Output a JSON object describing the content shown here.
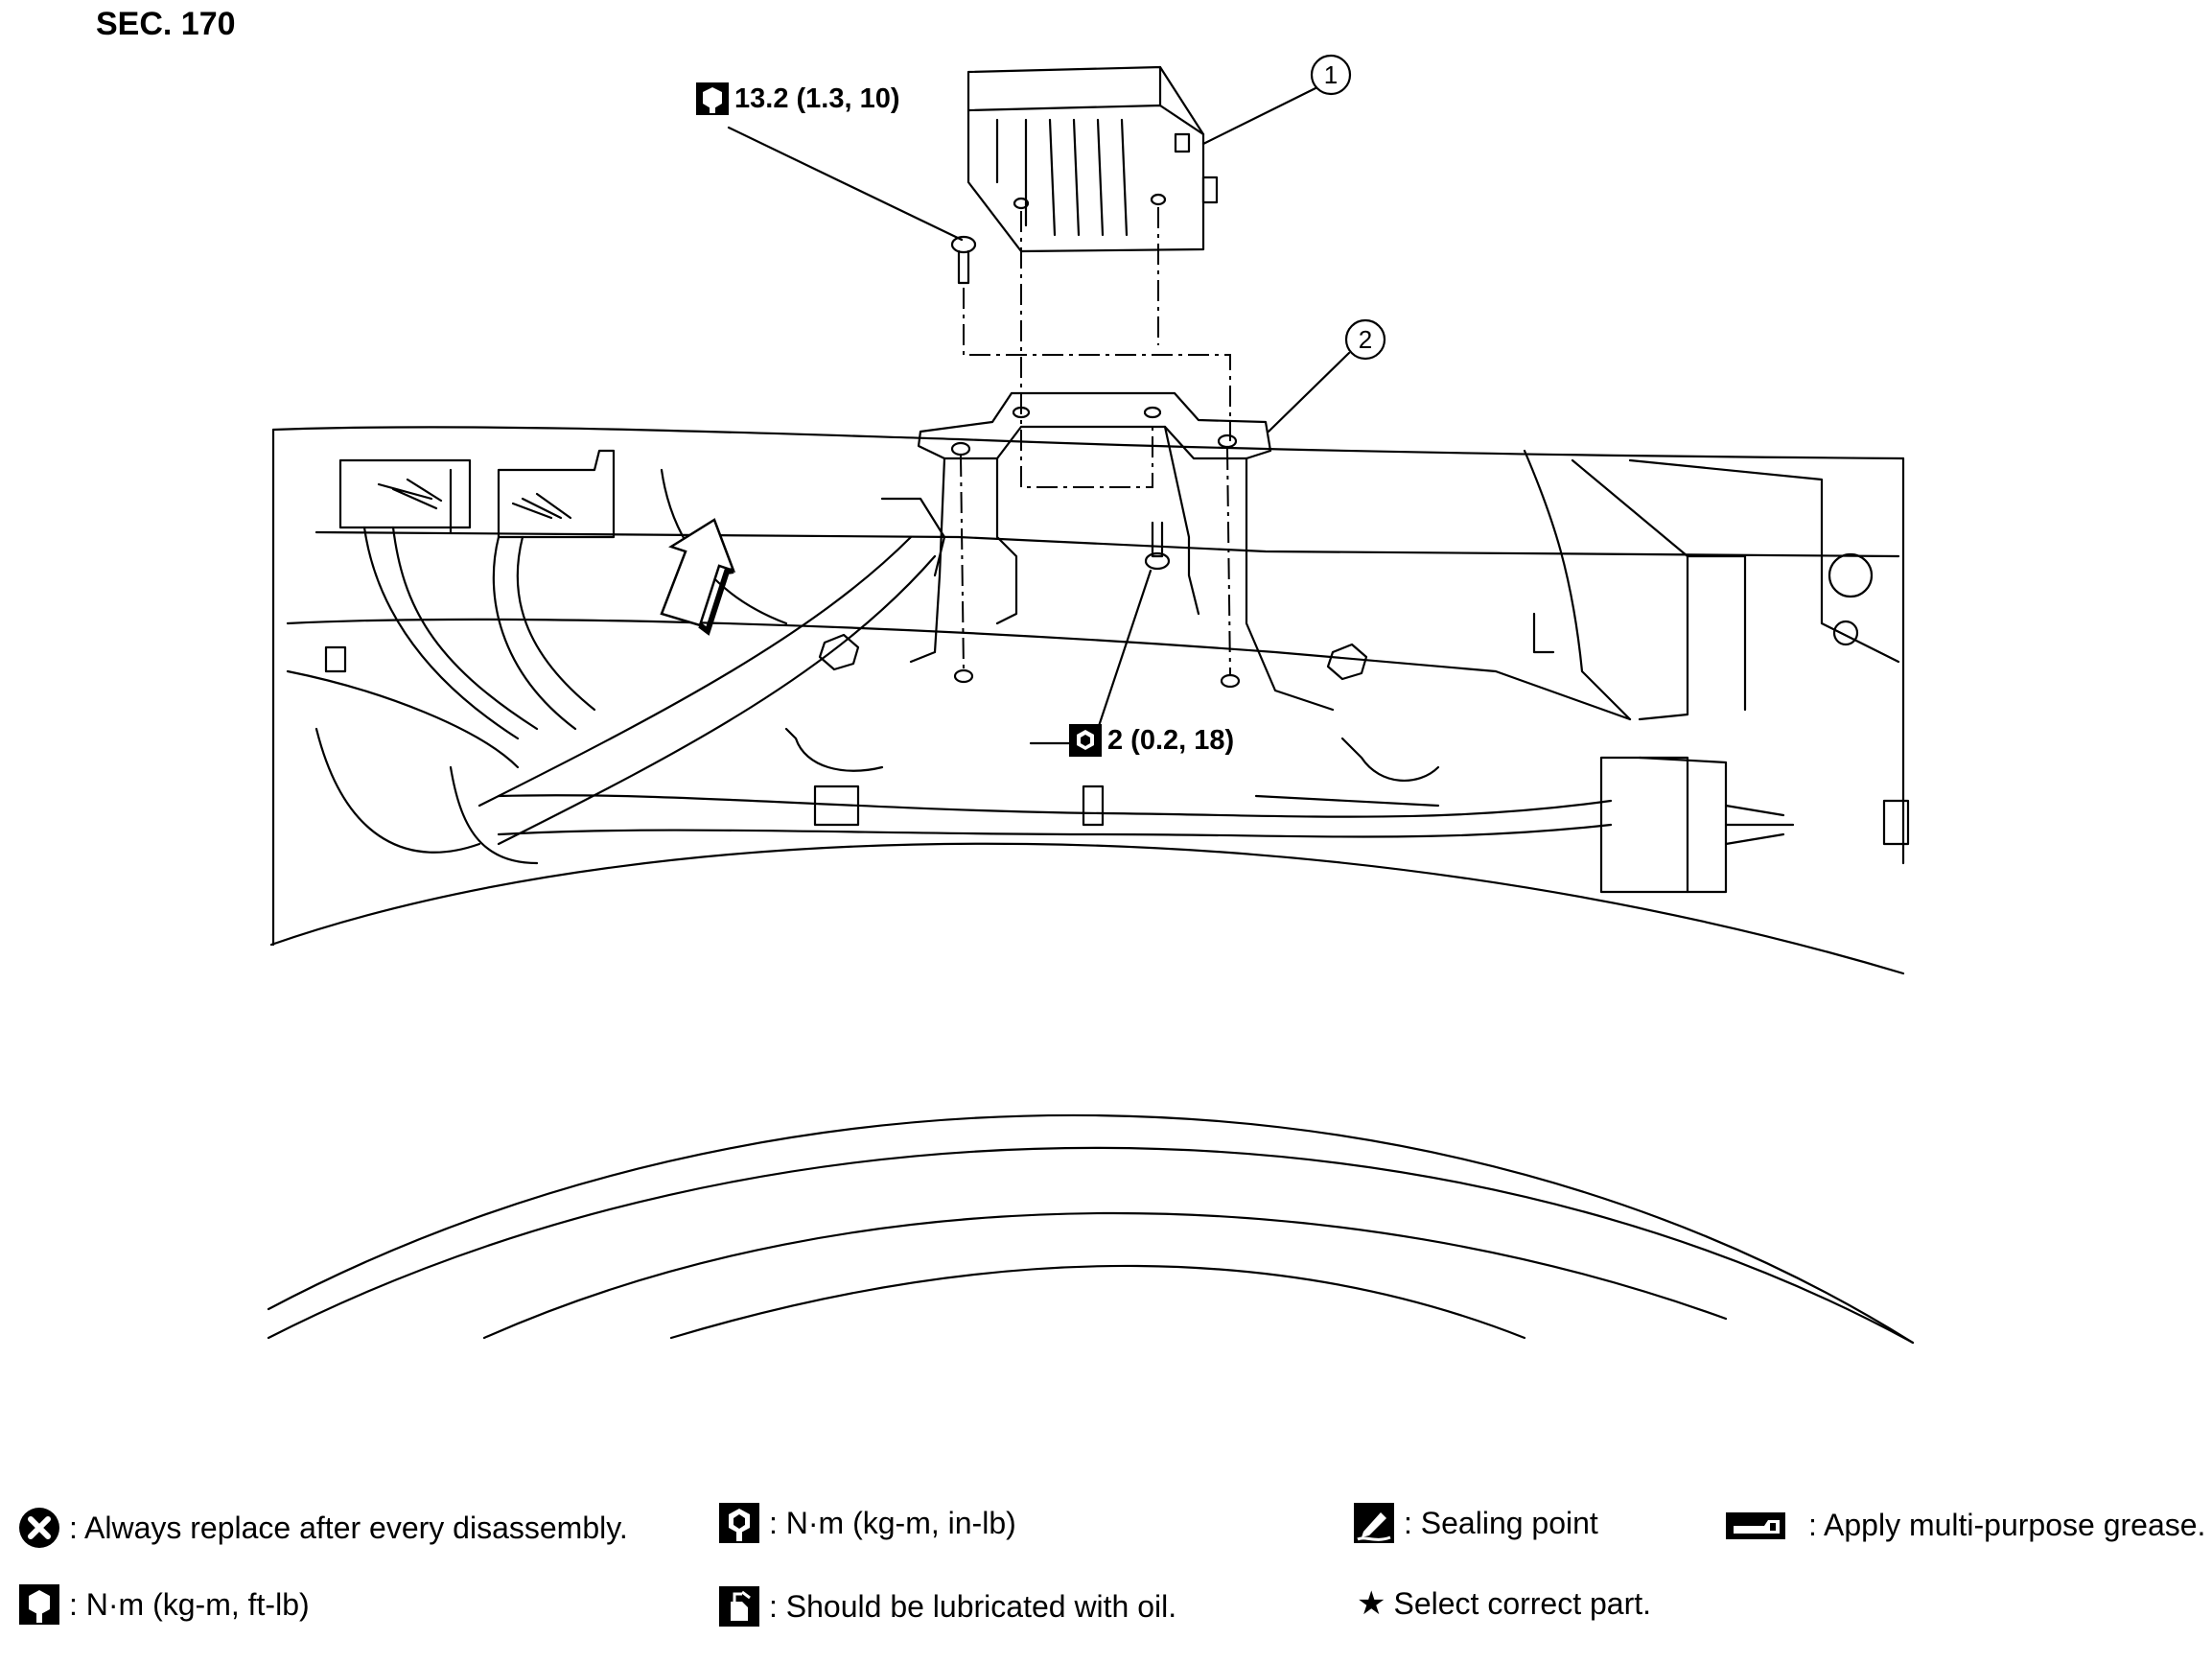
{
  "section_label": "SEC. 170",
  "parts": [
    {
      "number": "1",
      "icon": "circled-number-icon"
    },
    {
      "number": "2",
      "icon": "circled-number-icon"
    }
  ],
  "torque_callouts": [
    {
      "value": "13.2 (1.3, 10)",
      "icon": "torque-ft-lb-icon"
    },
    {
      "value": "2 (0.2, 18)",
      "icon": "torque-in-lb-icon"
    }
  ],
  "front_arrow_icon": "front-direction-arrow-icon",
  "legend": {
    "replace": {
      "icon": "always-replace-icon",
      "text": ": Always replace after every disassembly."
    },
    "nm_in_lb": {
      "icon": "torque-in-lb-icon",
      "text": ": N·m (kg-m, in-lb)"
    },
    "sealing": {
      "icon": "sealing-point-icon",
      "text": ": Sealing point"
    },
    "grease": {
      "icon": "grease-icon",
      "text": ": Apply multi-purpose grease."
    },
    "nm_ft_lb": {
      "icon": "torque-ft-lb-icon",
      "text": ": N·m (kg-m, ft-lb)"
    },
    "oil": {
      "icon": "oil-can-icon",
      "text": ": Should be lubricated with oil."
    },
    "select": {
      "icon": "star-icon",
      "glyph": "★",
      "text": "Select correct part."
    }
  }
}
